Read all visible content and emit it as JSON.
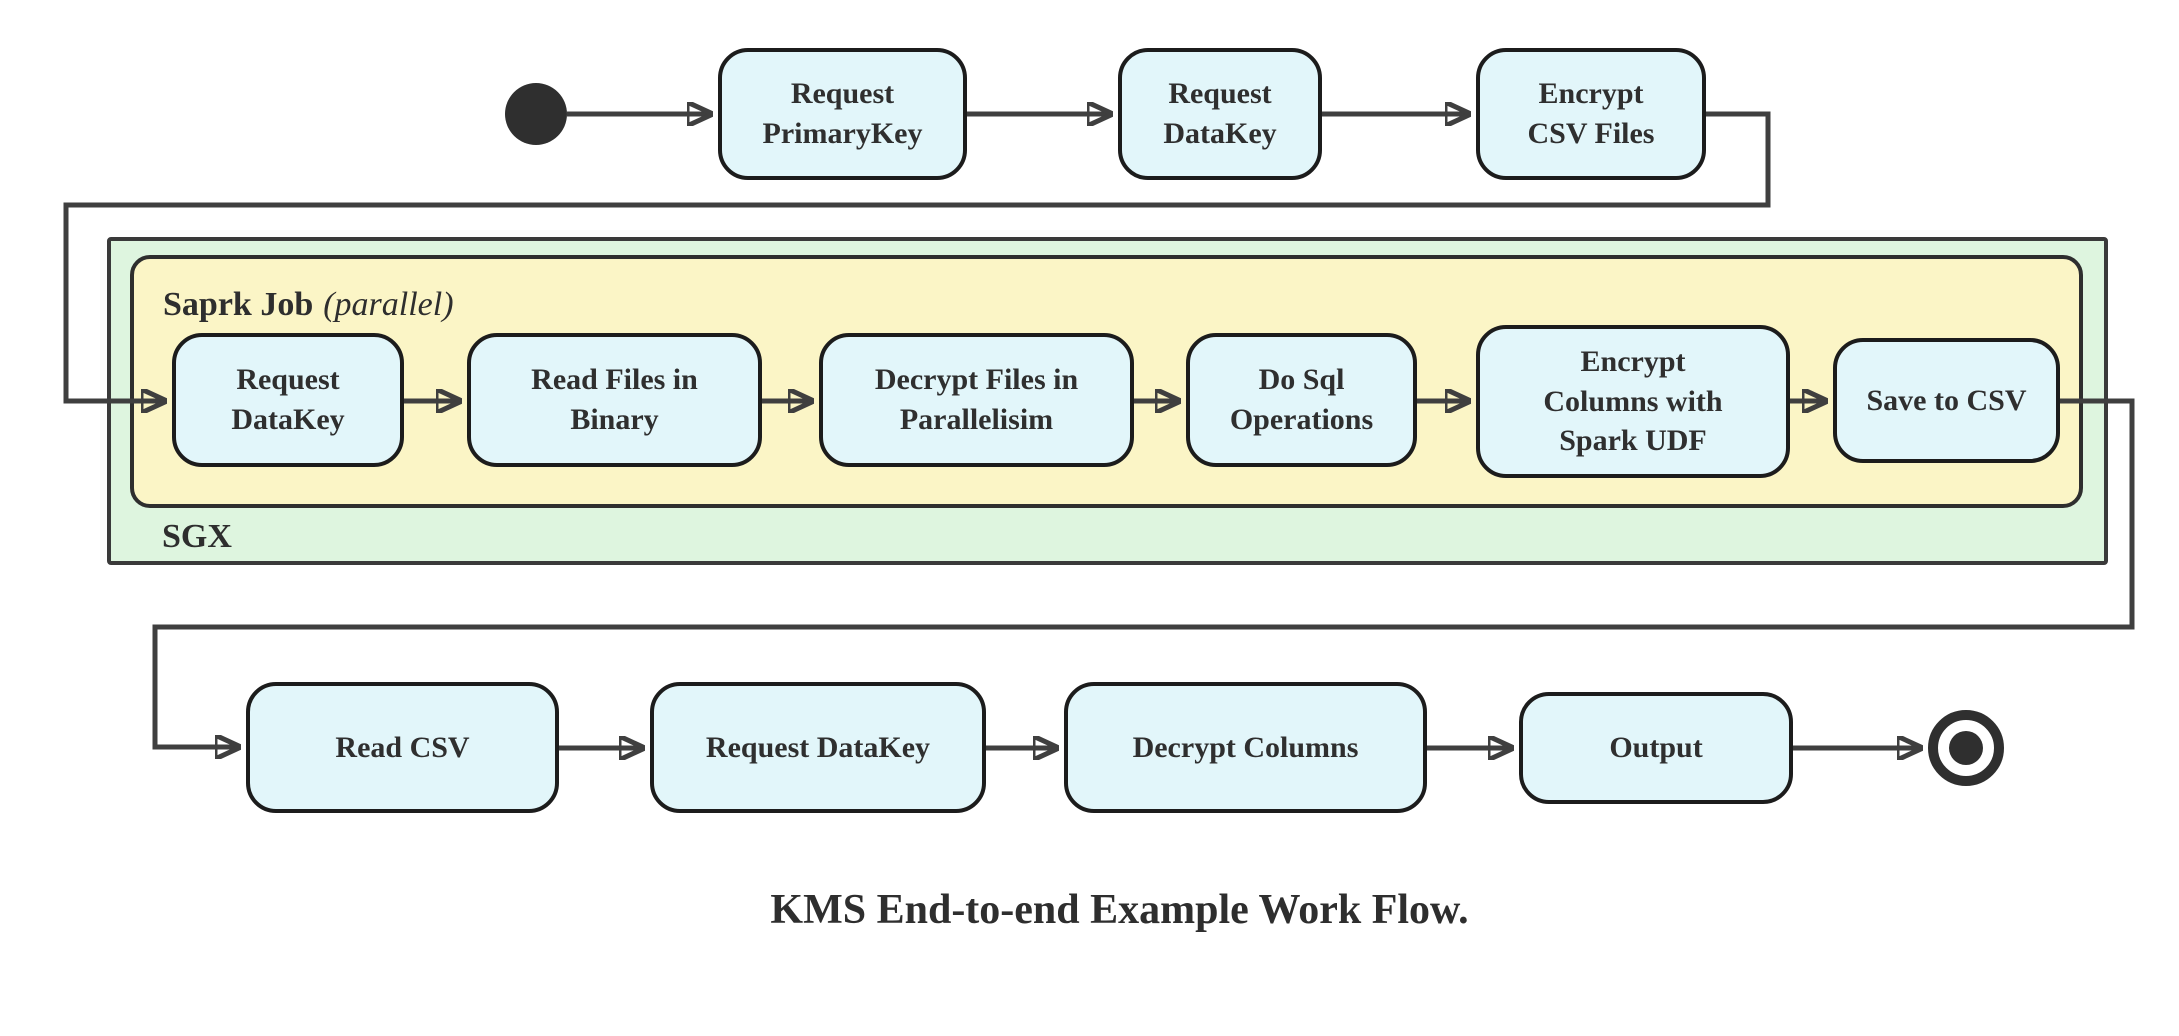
{
  "caption": "KMS End-to-end Example Work Flow.",
  "containers": {
    "spark_job": {
      "title": "Saprk Job",
      "mode": "(parallel)"
    },
    "sgx": {
      "label": "SGX"
    }
  },
  "nodes": {
    "request_primarykey": "Request\nPrimaryKey",
    "request_datakey_top": "Request\nDataKey",
    "encrypt_csv_files": "Encrypt\nCSV Files",
    "sgx_request_datakey": "Request\nDataKey",
    "read_files_in_binary": "Read Files in\nBinary",
    "decrypt_files_in_parallelisim": "Decrypt Files in\nParallelisim",
    "do_sql_operations": "Do Sql\nOperations",
    "encrypt_columns_with_spark_udf": "Encrypt\nColumns with\nSpark UDF",
    "save_to_csv": "Save to CSV",
    "read_csv": "Read CSV",
    "request_datakey_bottom": "Request DataKey",
    "decrypt_columns": "Decrypt Columns",
    "output": "Output"
  },
  "icons": {
    "start_state": "filled-circle-start-icon",
    "end_state": "ringed-dot-end-icon"
  },
  "colors": {
    "node_fill": "#e2f6fa",
    "spark_fill": "#fbf5c6",
    "sgx_fill": "#def5df",
    "edge_color": "#3f3f3f"
  }
}
